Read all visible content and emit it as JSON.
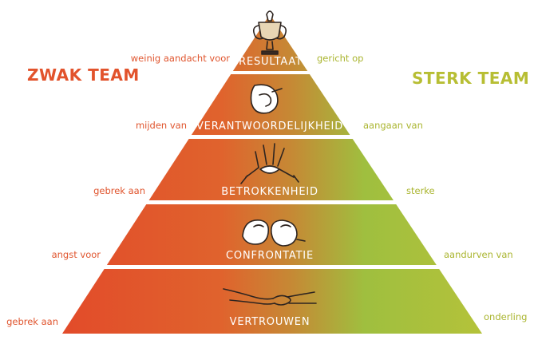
{
  "titles": {
    "weak": "ZWAK TEAM",
    "strong": "STERK TEAM"
  },
  "levels": [
    {
      "label": "RESULTAAT",
      "left_note": "weinig aandacht voor",
      "right_note": "gericht op",
      "icon": "trophy-icon"
    },
    {
      "label": "VERANTWOORDELIJKHEID",
      "left_note": "mijden van",
      "right_note": "aangaan van",
      "icon": "whistle-icon"
    },
    {
      "label": "BETROKKENHEID",
      "left_note": "gebrek aan",
      "right_note": "sterke",
      "icon": "raised-arms-icon"
    },
    {
      "label": "CONFRONTATIE",
      "left_note": "angst voor",
      "right_note": "aandurven van",
      "icon": "boxing-gloves-icon"
    },
    {
      "label": "VERTROUWEN",
      "left_note": "gebrek aan",
      "right_note": "onderling",
      "icon": "handshake-icon"
    }
  ],
  "colors": {
    "weak": "#e2532c",
    "strong": "#b7be33",
    "gradient_left": "#e24b2a",
    "gradient_right": "#a9c23a"
  }
}
